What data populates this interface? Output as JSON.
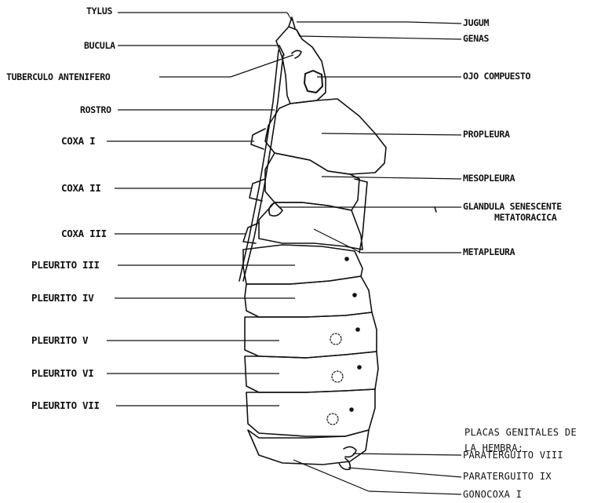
{
  "labels_left": [
    {
      "id": "tylus",
      "text": "TYLUS"
    },
    {
      "id": "bucula",
      "text": "BUCULA"
    },
    {
      "id": "tuberculo",
      "text": "TUBERCULO ANTENIFERO"
    },
    {
      "id": "rostro",
      "text": "ROSTRO"
    },
    {
      "id": "coxa1",
      "text": "COXA I"
    },
    {
      "id": "coxa2",
      "text": "COXA II"
    },
    {
      "id": "coxa3",
      "text": "COXA III"
    },
    {
      "id": "pleurito3",
      "text": "PLEURITO III"
    },
    {
      "id": "pleurito4",
      "text": "PLEURITO IV"
    },
    {
      "id": "pleurito5",
      "text": "PLEURITO V"
    },
    {
      "id": "pleurito6",
      "text": "PLEURITO VI"
    },
    {
      "id": "pleurito7",
      "text": "PLEURITO VII"
    }
  ],
  "labels_right": [
    {
      "id": "jugum",
      "text": "JUGUM"
    },
    {
      "id": "genas",
      "text": "GENAS"
    },
    {
      "id": "ojo",
      "text": "OJO COMPUESTO"
    },
    {
      "id": "propleura",
      "text": "PROPLEURA"
    },
    {
      "id": "mesopleura",
      "text": "MESOPLEURA"
    },
    {
      "id": "glandula1",
      "text": "GLANDULA SENESCENTE"
    },
    {
      "id": "glandula2",
      "text": "METATORACICA"
    },
    {
      "id": "metapleura",
      "text": "METAPLEURA"
    },
    {
      "id": "paraterguito8",
      "text": "PARATERGUITO VIII"
    },
    {
      "id": "paraterguito9",
      "text": "PARATERGUITO IX"
    },
    {
      "id": "gonocoxa",
      "text": "GONOCOXA I"
    }
  ],
  "note": {
    "line1": "PLACAS GENITALES DE",
    "line2": "LA HEMBRA:"
  }
}
